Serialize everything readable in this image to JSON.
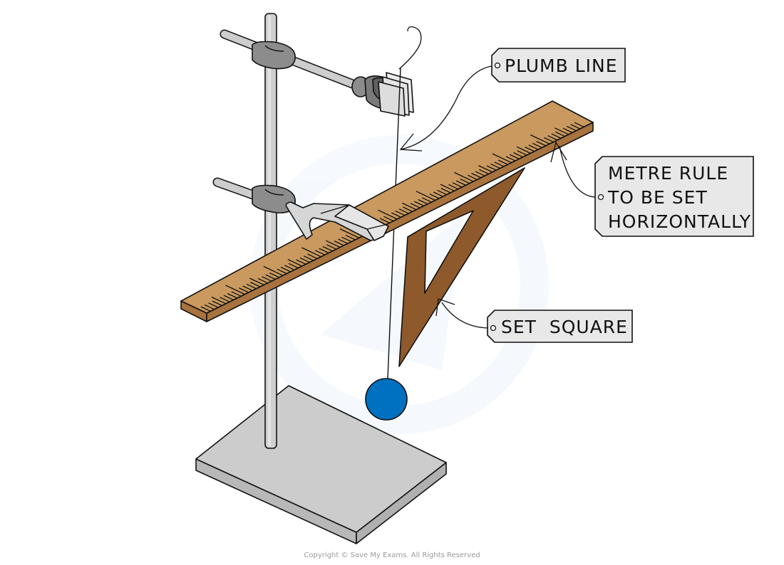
{
  "diagram": {
    "title": "Apparatus for setting a metre rule horizontally",
    "labels": {
      "plumb_line": [
        "PLUMB LINE"
      ],
      "metre_rule": [
        "METRE RULE",
        "TO BE SET",
        "HORIZONTALLY"
      ],
      "set_square": [
        "SET  SQUARE"
      ]
    },
    "components": [
      "retort-stand",
      "boss-clamp-upper",
      "boss-clamp-lower",
      "metre-rule",
      "set-square",
      "plumb-line",
      "plumb-bob"
    ],
    "colors": {
      "ruler_top": "#C9995F",
      "ruler_edge": "#A8733E",
      "set_square": "#8E5A2C",
      "plumb_bob": "#0070C0",
      "stand_metal": "#CCCCCC",
      "clamp_dark": "#8A8A8A",
      "label_fill": "#E8E8E8",
      "outline": "#111111"
    },
    "copyright": "Copyright © Save My Exams. All Rights Reserved"
  }
}
